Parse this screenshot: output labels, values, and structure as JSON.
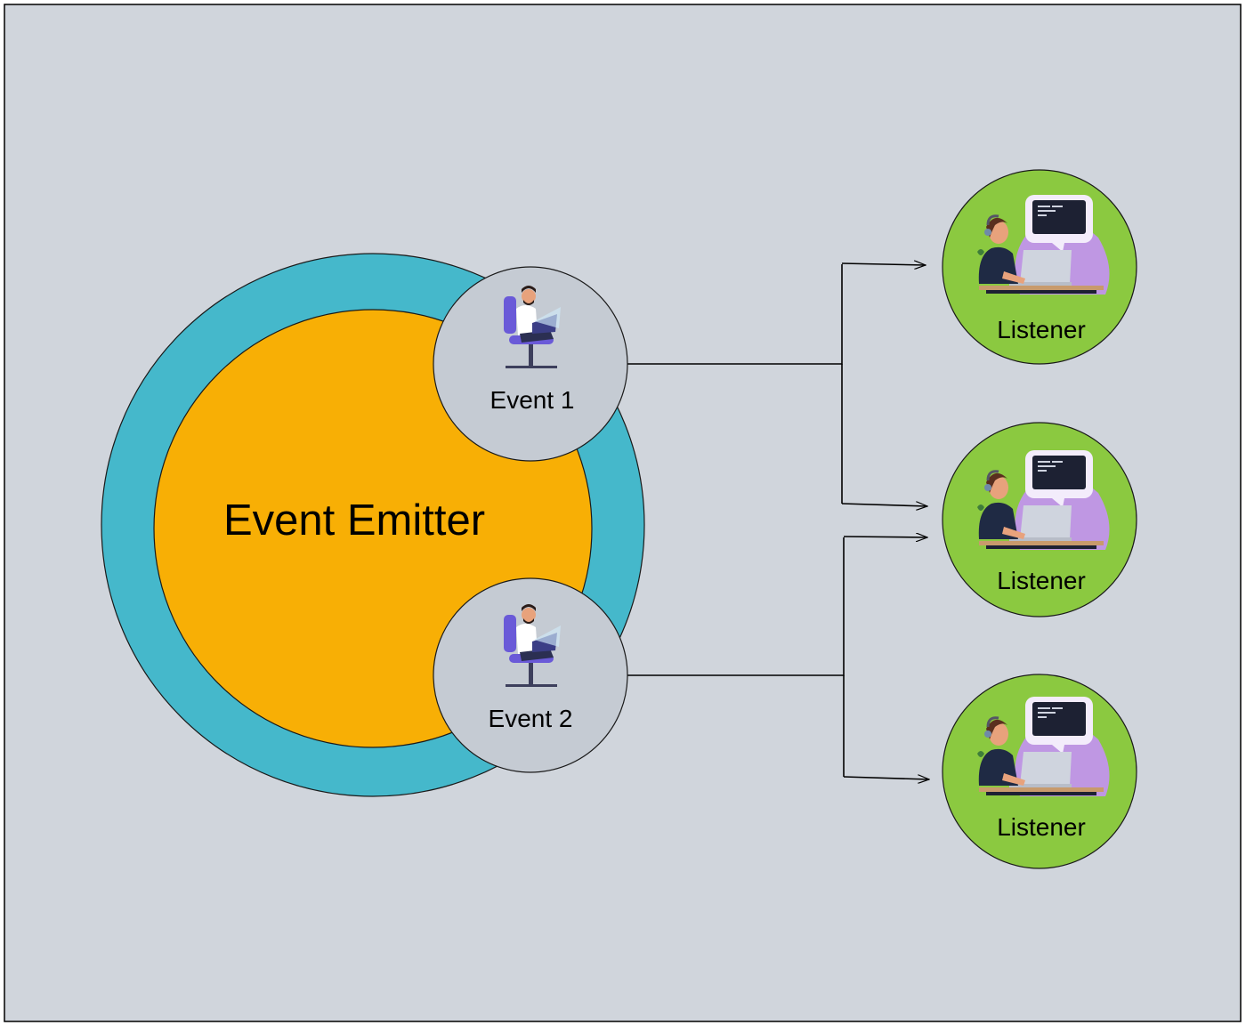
{
  "emitter": {
    "label": "Event Emitter"
  },
  "events": [
    {
      "label": "Event 1",
      "icon": "person-on-chair-with-laptop-icon"
    },
    {
      "label": "Event 2",
      "icon": "person-on-chair-with-laptop-icon"
    }
  ],
  "listeners": [
    {
      "label": "Listener",
      "icon": "developer-at-laptop-icon"
    },
    {
      "label": "Listener",
      "icon": "developer-at-laptop-icon"
    },
    {
      "label": "Listener",
      "icon": "developer-at-laptop-icon"
    }
  ],
  "colors": {
    "background": "#d0d5dc",
    "outer_ring": "#45b8cb",
    "emitter_core": "#f8af05",
    "event_circle": "#c5cbd3",
    "listener_circle": "#8bc940",
    "icon_purple": "#bf97e3",
    "icon_dark": "#1d2133",
    "connector": "#000000"
  }
}
